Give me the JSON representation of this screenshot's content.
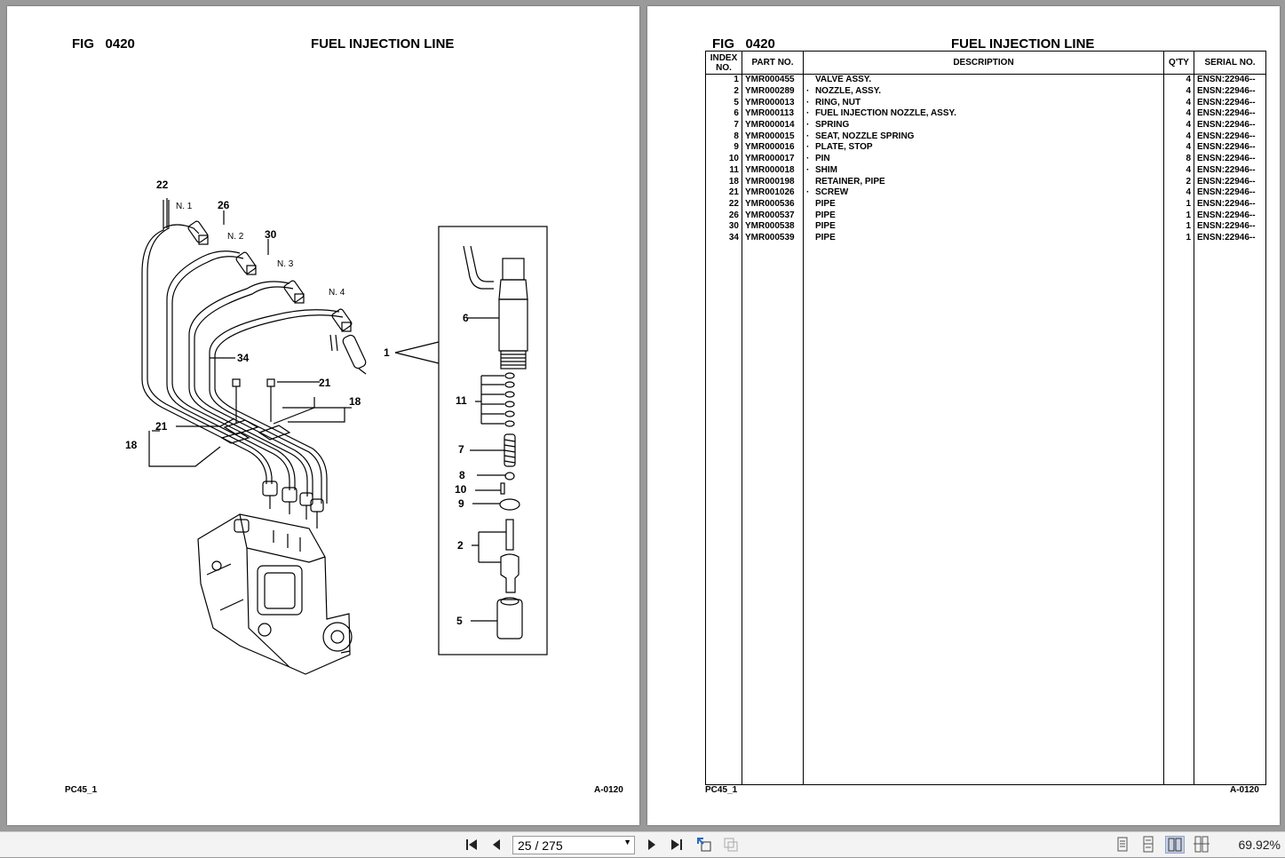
{
  "left_page": {
    "fig_label": "FIG",
    "fig_number": "0420",
    "title": "FUEL INJECTION LINE",
    "footer_model": "PC45_1",
    "footer_code": "A-0120",
    "callouts": {
      "c22": "22",
      "c26": "26",
      "c30": "30",
      "c34": "34",
      "c1": "1",
      "c21a": "21",
      "c21b": "21",
      "c18a": "18",
      "c18b": "18",
      "c6": "6",
      "c11": "11",
      "c7": "7",
      "c8": "8",
      "c10": "10",
      "c9": "9",
      "c2": "2",
      "c5": "5",
      "n1": "N. 1",
      "n2": "N. 2",
      "n3": "N. 3",
      "n4": "N. 4"
    }
  },
  "right_page": {
    "fig_label": "FIG",
    "fig_number": "0420",
    "title": "FUEL INJECTION LINE",
    "footer_model": "PC45_1",
    "footer_code": "A-0120",
    "columns": {
      "index": "INDEX NO.",
      "part": "PART NO.",
      "description": "DESCRIPTION",
      "qty": "Q'TY",
      "serial": "SERIAL NO."
    },
    "rows": [
      {
        "index": "1",
        "part": "YMR000455",
        "dot": "",
        "description": "VALVE ASSY.",
        "qty": "4",
        "serial": "ENSN:22946--"
      },
      {
        "index": "2",
        "part": "YMR000289",
        "dot": "·",
        "description": "NOZZLE, ASSY.",
        "qty": "4",
        "serial": "ENSN:22946--"
      },
      {
        "index": "5",
        "part": "YMR000013",
        "dot": "·",
        "description": "RING, NUT",
        "qty": "4",
        "serial": "ENSN:22946--"
      },
      {
        "index": "6",
        "part": "YMR000113",
        "dot": "·",
        "description": "FUEL INJECTION NOZZLE, ASSY.",
        "qty": "4",
        "serial": "ENSN:22946--"
      },
      {
        "index": "7",
        "part": "YMR000014",
        "dot": "·",
        "description": "SPRING",
        "qty": "4",
        "serial": "ENSN:22946--"
      },
      {
        "index": "8",
        "part": "YMR000015",
        "dot": "·",
        "description": "SEAT, NOZZLE SPRING",
        "qty": "4",
        "serial": "ENSN:22946--"
      },
      {
        "index": "9",
        "part": "YMR000016",
        "dot": "·",
        "description": "PLATE, STOP",
        "qty": "4",
        "serial": "ENSN:22946--"
      },
      {
        "index": "10",
        "part": "YMR000017",
        "dot": "·",
        "description": "PIN",
        "qty": "8",
        "serial": "ENSN:22946--"
      },
      {
        "index": "11",
        "part": "YMR000018",
        "dot": "·",
        "description": "SHIM",
        "qty": "4",
        "serial": "ENSN:22946--"
      },
      {
        "index": "18",
        "part": "YMR000198",
        "dot": "",
        "description": "RETAINER, PIPE",
        "qty": "2",
        "serial": "ENSN:22946--"
      },
      {
        "index": "21",
        "part": "YMR001026",
        "dot": "·",
        "description": "SCREW",
        "qty": "4",
        "serial": "ENSN:22946--"
      },
      {
        "index": "22",
        "part": "YMR000536",
        "dot": "",
        "description": "PIPE",
        "qty": "1",
        "serial": "ENSN:22946--"
      },
      {
        "index": "26",
        "part": "YMR000537",
        "dot": "",
        "description": "PIPE",
        "qty": "1",
        "serial": "ENSN:22946--"
      },
      {
        "index": "30",
        "part": "YMR000538",
        "dot": "",
        "description": "PIPE",
        "qty": "1",
        "serial": "ENSN:22946--"
      },
      {
        "index": "34",
        "part": "YMR000539",
        "dot": "",
        "description": "PIPE",
        "qty": "1",
        "serial": "ENSN:22946--"
      }
    ]
  },
  "toolbar": {
    "page_indicator": "25 / 275",
    "zoom": "69.92%",
    "icons": [
      "first-page-icon",
      "previous-page-icon",
      "next-page-icon",
      "last-page-icon",
      "go-back-icon",
      "go-forward-icon",
      "single-page-view-icon",
      "continuous-view-icon",
      "facing-view-icon",
      "continuous-facing-view-icon"
    ]
  }
}
